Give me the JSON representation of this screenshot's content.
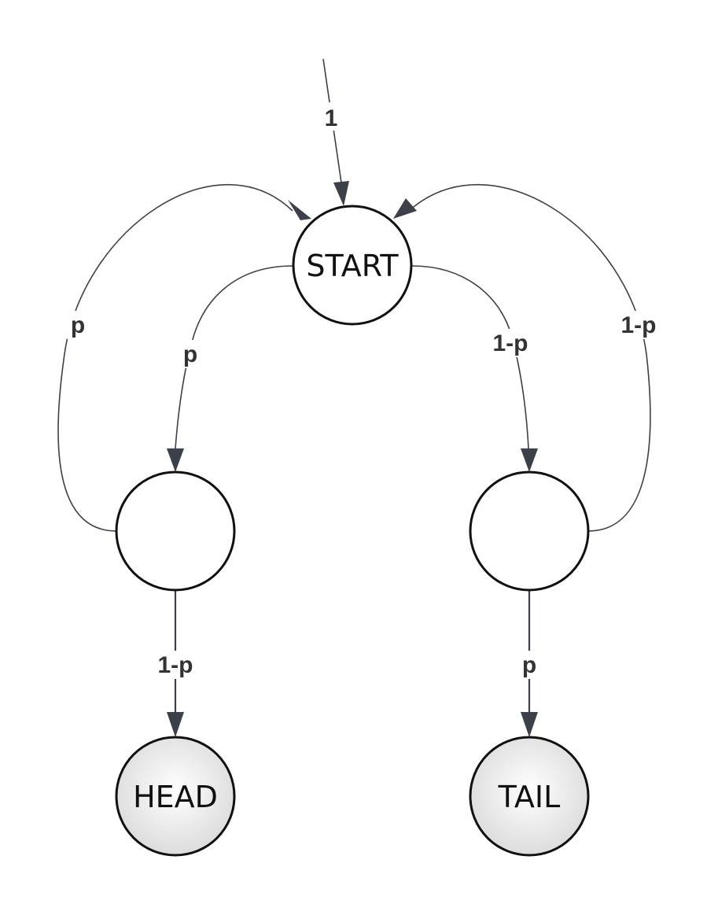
{
  "nodes": {
    "start": {
      "label": "START",
      "fill": "#ffffff"
    },
    "heads_branch": {
      "label": "",
      "fill": "#ffffff"
    },
    "tails_branch": {
      "label": "",
      "fill": "#ffffff"
    },
    "head": {
      "label": "HEAD",
      "fill_center": "#ffffff",
      "fill_edge": "#d9d9d9"
    },
    "tail": {
      "label": "TAIL",
      "fill_center": "#ffffff",
      "fill_edge": "#d9d9d9"
    }
  },
  "edges": {
    "entry": {
      "label": "1"
    },
    "start_to_left": {
      "label": "p"
    },
    "start_to_right": {
      "label": "1-p"
    },
    "left_back_to_start": {
      "label": "p"
    },
    "right_back_to_start": {
      "label": "1-p"
    },
    "left_to_head": {
      "label": "1-p"
    },
    "right_to_tail": {
      "label": "p"
    }
  },
  "colors": {
    "edge": "#3c4048",
    "node_stroke": "#111111",
    "label": "#333333"
  }
}
